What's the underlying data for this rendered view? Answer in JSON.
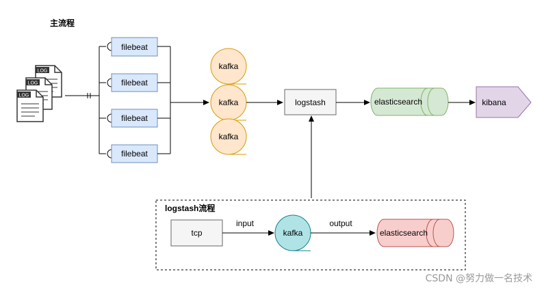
{
  "diagram": {
    "main_title": "主流程",
    "log_badge": "LOG",
    "filebeat_label": "filebeat",
    "kafka_label": "kafka",
    "logstash_label": "logstash",
    "elasticsearch_label": "elasticsearch",
    "kibana_label": "kibana",
    "sub_title": "logstash流程",
    "tcp_label": "tcp",
    "input_label": "input",
    "output_label": "output"
  },
  "watermark": "CSDN @努力做一名技术",
  "colors": {
    "filebeat_fill": "#dae8fc",
    "filebeat_stroke": "#6c8ebf",
    "kafka_fill": "#ffe6cc",
    "kafka_stroke": "#d79b00",
    "kafka2_fill": "#b0e3e6",
    "kafka2_stroke": "#0e8088",
    "logstash_fill": "#f5f5f5",
    "logstash_stroke": "#666666",
    "es_fill": "#d5e8d4",
    "es_stroke": "#82b366",
    "es2_fill": "#f8cecc",
    "es2_stroke": "#b85450",
    "kibana_fill": "#e1d5e7",
    "kibana_stroke": "#9673a6"
  }
}
